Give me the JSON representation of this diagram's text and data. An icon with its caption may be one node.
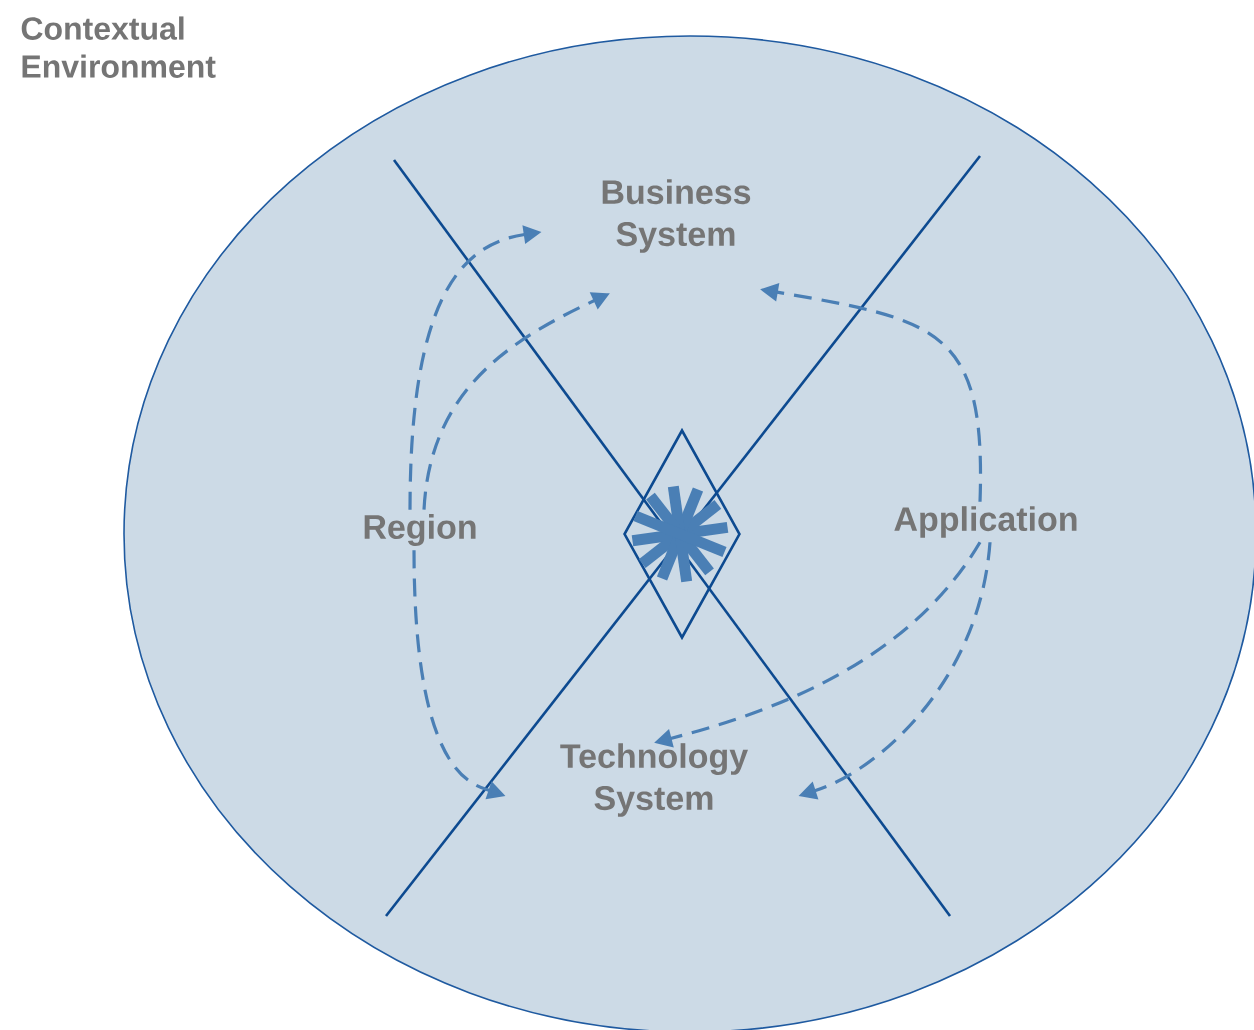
{
  "diagram": {
    "nodes": [
      {
        "text": [
          "Contextual Environment"
        ]
      },
      {
        "text": [
          "Business System"
        ],
        "in": 0
      },
      {
        "text": [
          "Region"
        ],
        "in": 0
      },
      {
        "text": [
          "Application"
        ],
        "in": 0
      },
      {
        "text": [
          "Technology System"
        ],
        "in": 0
      },
      {
        "text": [],
        "shape": "diamond",
        "in": 0
      }
    ],
    "edges": [
      {
        "from": 2,
        "to": 1,
        "arrow": "to",
        "style": "dashed"
      },
      {
        "from": 2,
        "to": 1,
        "arrow": "to",
        "style": "dashed"
      },
      {
        "from": 3,
        "to": 1,
        "arrow": "to",
        "style": "dashed"
      },
      {
        "from": 3,
        "to": 4,
        "arrow": "to",
        "style": "dashed"
      },
      {
        "from": 3,
        "to": 4,
        "arrow": "to",
        "style": "dashed"
      },
      {
        "from": 2,
        "to": 4,
        "arrow": "to",
        "style": "dashed"
      }
    ]
  }
}
